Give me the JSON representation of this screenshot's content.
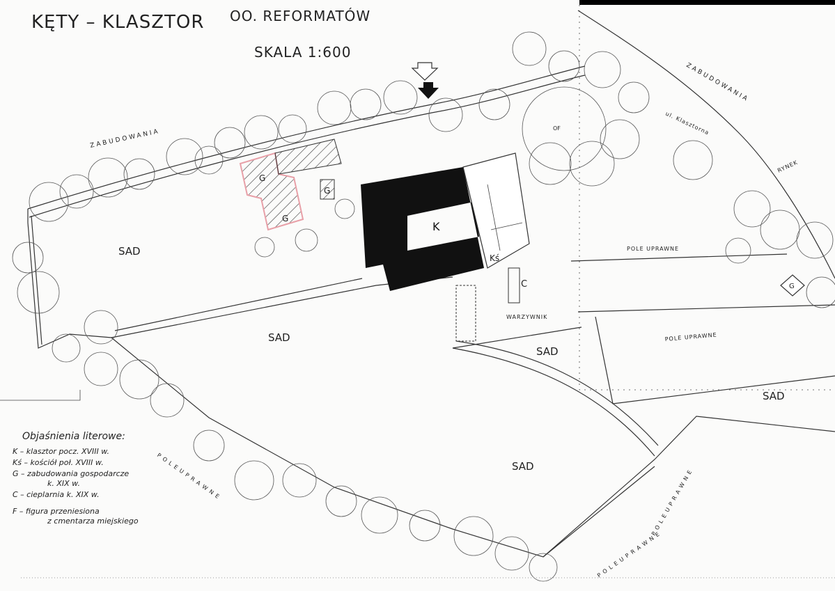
{
  "title": "KĘTY – KLASZTOR",
  "order": "OO. REFORMATÓW",
  "scale": "SKALA 1:600",
  "labels": {
    "zabudowania_left": "ZABUDOWANIA",
    "zabudowania_right": "ZABUDOWANIA",
    "street": "ul. Klasztorna",
    "rynek": "RYNEK",
    "sad_1": "SAD",
    "sad_2": "SAD",
    "sad_3": "SAD",
    "sad_4": "SAD",
    "sad_5": "SAD",
    "k": "K",
    "ks": "Kś",
    "c": "C",
    "g1": "G",
    "g2": "G",
    "g3": "G",
    "g4": "G",
    "of": "OF",
    "warzywnik": "WARZYWNIK",
    "pole_uprawne_1": "POLE UPRAWNE",
    "pole_uprawne_2": "POLE UPRAWNE",
    "pole_uprawne_3": "P O L E   U P R A W N E",
    "pole_uprawne_4": "P O L E   U P R A W N E",
    "pole_uprawne_5": "P O L E   U P R A W N E"
  },
  "legend": {
    "title": "Objaśnienia literowe:",
    "items": [
      "K – klasztor pocz. XVIII w.",
      "Kś – kościół poł. XVIII w.",
      "G – zabudowania gospodarcze",
      "k. XIX w.",
      "C – cieplarnia k. XIX w.",
      "F – figura przeniesiona",
      "z cmentarza miejskiego"
    ]
  },
  "colors": {
    "ink": "#222222",
    "building_fill": "#111111",
    "highlight": "#e8a0a8",
    "paper": "#fbfbfa"
  }
}
